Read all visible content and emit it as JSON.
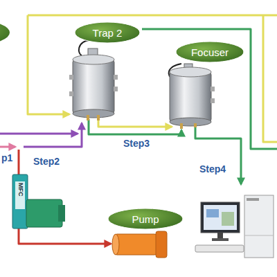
{
  "diagram": {
    "nodes": [
      {
        "text": [
          "Trap 2"
        ]
      },
      {
        "text": [
          "Focuser"
        ]
      },
      {
        "text": [
          "Pump"
        ]
      }
    ],
    "labels": [
      "p1",
      "Step2",
      "Step3",
      "Step4",
      "MFC"
    ]
  }
}
